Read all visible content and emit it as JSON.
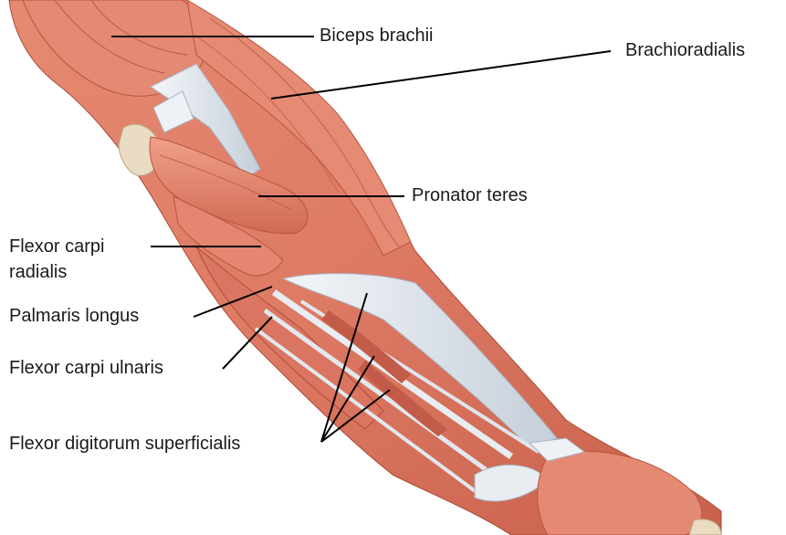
{
  "colors": {
    "muscle": "#dd7a63",
    "muscle_light": "#ee9a82",
    "muscle_dark": "#b9533f",
    "tendon": "#e8edf2",
    "tendon_shadow": "#b8c3cf",
    "bone": "#e9dcc2",
    "leader_line": "#000000",
    "label_text": "#1a1a1a"
  },
  "labels": {
    "biceps_brachii": "Biceps brachii",
    "brachioradialis": "Brachioradialis",
    "pronator_teres": "Pronator teres",
    "flexor_carpi_radialis_line1": "Flexor carpi",
    "flexor_carpi_radialis_line2": "radialis",
    "palmaris_longus": "Palmaris longus",
    "flexor_carpi_ulnaris": "Flexor carpi ulnaris",
    "flexor_digitorum_superficialis": "Flexor digitorum superficialis"
  }
}
